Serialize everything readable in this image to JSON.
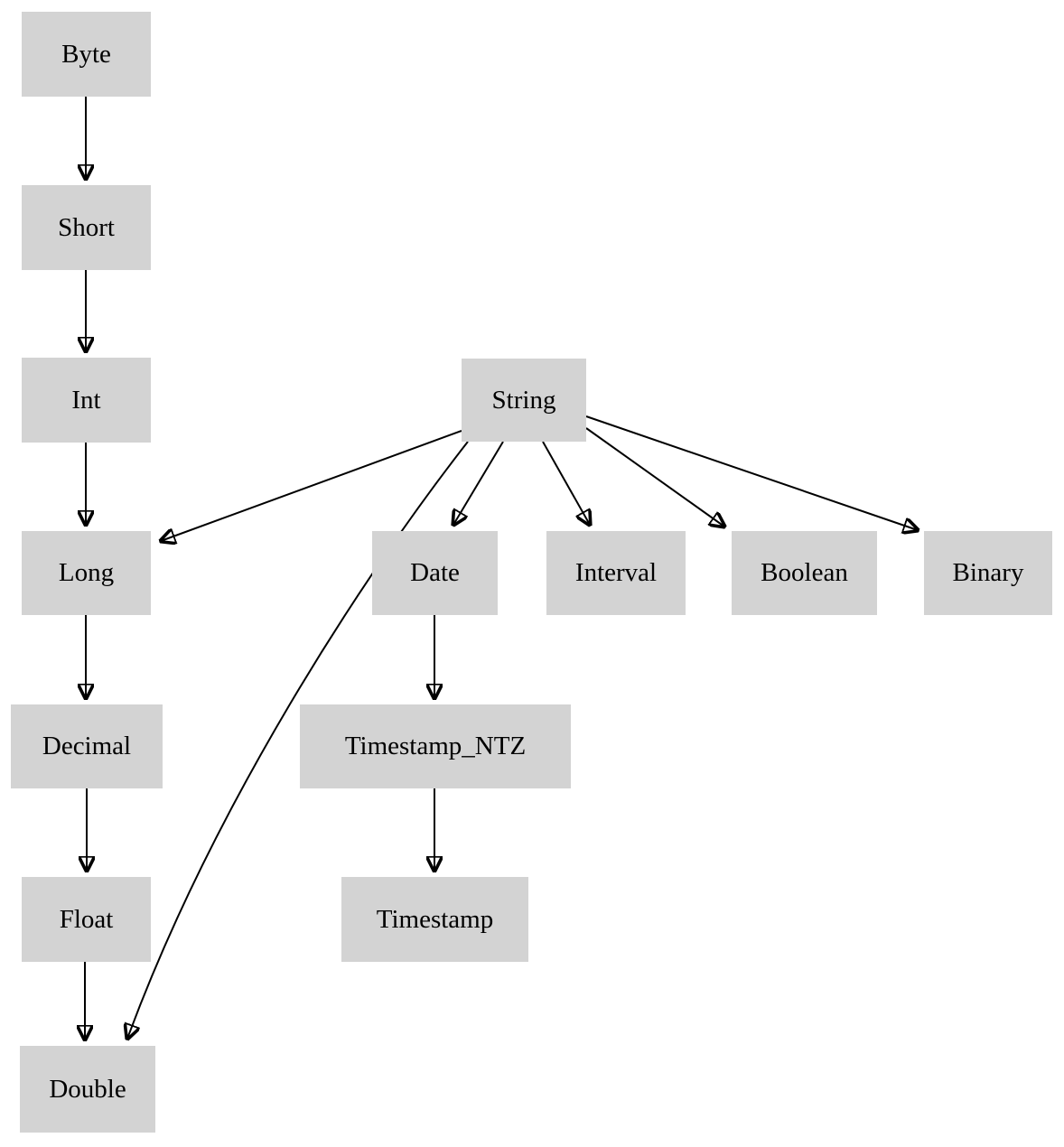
{
  "diagram": {
    "type": "directed-graph",
    "description": "Type promotion hierarchy diagram",
    "node_fill": "#d3d3d3",
    "edge_color": "#000000",
    "text_color": "#000000",
    "nodes": {
      "byte": {
        "label": "Byte"
      },
      "short": {
        "label": "Short"
      },
      "int": {
        "label": "Int"
      },
      "string": {
        "label": "String"
      },
      "long": {
        "label": "Long"
      },
      "date": {
        "label": "Date"
      },
      "interval": {
        "label": "Interval"
      },
      "boolean": {
        "label": "Boolean"
      },
      "binary": {
        "label": "Binary"
      },
      "decimal": {
        "label": "Decimal"
      },
      "timestamp_ntz": {
        "label": "Timestamp_NTZ"
      },
      "float": {
        "label": "Float"
      },
      "timestamp": {
        "label": "Timestamp"
      },
      "double": {
        "label": "Double"
      }
    },
    "edges": [
      {
        "from": "Byte",
        "to": "Short"
      },
      {
        "from": "Short",
        "to": "Int"
      },
      {
        "from": "Int",
        "to": "Long"
      },
      {
        "from": "Long",
        "to": "Decimal"
      },
      {
        "from": "Decimal",
        "to": "Float"
      },
      {
        "from": "Float",
        "to": "Double"
      },
      {
        "from": "String",
        "to": "Long"
      },
      {
        "from": "String",
        "to": "Date"
      },
      {
        "from": "String",
        "to": "Interval"
      },
      {
        "from": "String",
        "to": "Boolean"
      },
      {
        "from": "String",
        "to": "Binary"
      },
      {
        "from": "String",
        "to": "Double"
      },
      {
        "from": "Date",
        "to": "Timestamp_NTZ"
      },
      {
        "from": "Timestamp_NTZ",
        "to": "Timestamp"
      }
    ]
  }
}
